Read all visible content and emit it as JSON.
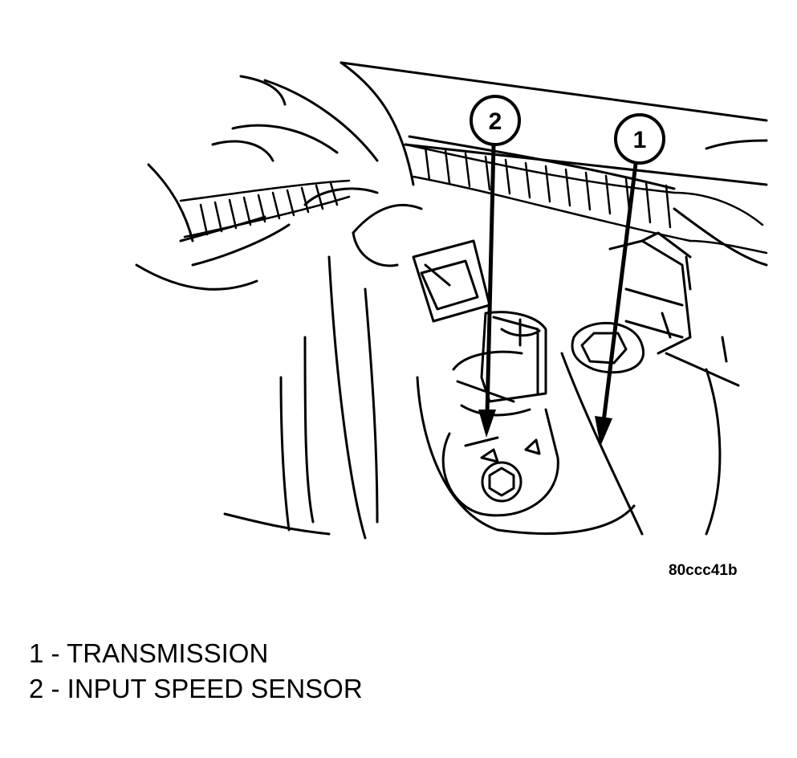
{
  "figure_id": "80ccc41b",
  "callouts": [
    {
      "number": "1"
    },
    {
      "number": "2"
    }
  ],
  "legend": [
    {
      "text": "1 - TRANSMISSION"
    },
    {
      "text": "2 - INPUT SPEED SENSOR"
    }
  ]
}
